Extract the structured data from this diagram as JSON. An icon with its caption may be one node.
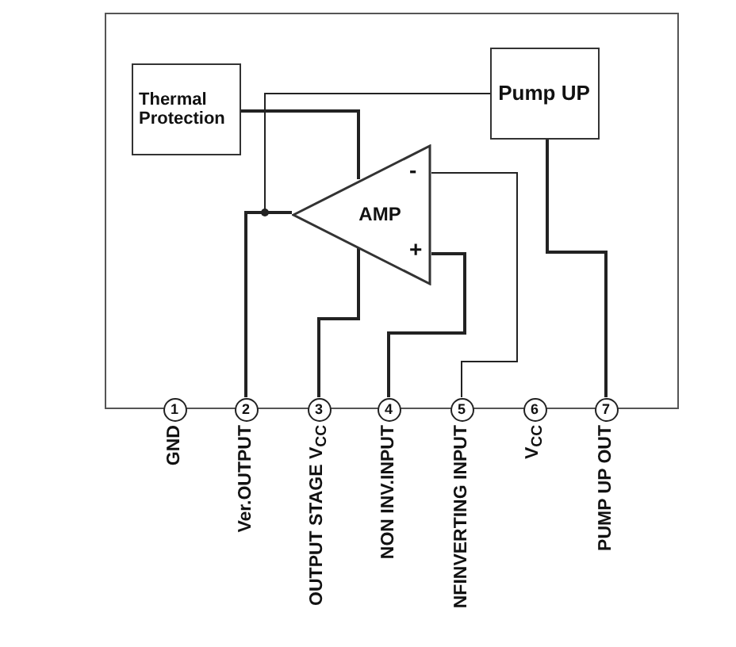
{
  "diagram": {
    "nodes": [
      {
        "text": [],
        "shape": "box"
      },
      {
        "text": [
          "Thermal Protection"
        ],
        "in": 0
      },
      {
        "text": [
          "Pump UP"
        ],
        "in": 0
      },
      {
        "text": [
          "AMP"
        ],
        "in": 0
      },
      {
        "text": [
          "1"
        ],
        "beside": [
          "GND"
        ]
      },
      {
        "text": [
          "2"
        ],
        "beside": [
          "Ver.OUTPUT"
        ]
      },
      {
        "text": [
          "3"
        ],
        "beside": [
          "OUTPUT STAGE V$_{CC}$"
        ]
      },
      {
        "text": [
          "4"
        ],
        "beside": [
          "NON INV.INPUT"
        ]
      },
      {
        "text": [
          "5"
        ],
        "beside": [
          "NFINVERTING INPUT"
        ]
      },
      {
        "text": [
          "6"
        ],
        "beside": [
          "V$_{CC}$"
        ]
      },
      {
        "text": [
          "7"
        ],
        "beside": [
          "PUMP UP OUT"
        ]
      }
    ],
    "edges": [
      {
        "from": 1,
        "to": 3,
        "arrow": "none"
      },
      {
        "from": 2,
        "to": 5,
        "arrow": "none"
      },
      {
        "from": 3,
        "to": 5,
        "arrow": "none"
      },
      {
        "from": 3,
        "to": 6,
        "arrow": "none"
      },
      {
        "from": 3,
        "to": 7,
        "arrow": "none"
      },
      {
        "from": 3,
        "to": 8,
        "arrow": "none"
      },
      {
        "from": 2,
        "to": 10,
        "arrow": "none"
      }
    ],
    "labels": [
      "-",
      "+"
    ]
  }
}
